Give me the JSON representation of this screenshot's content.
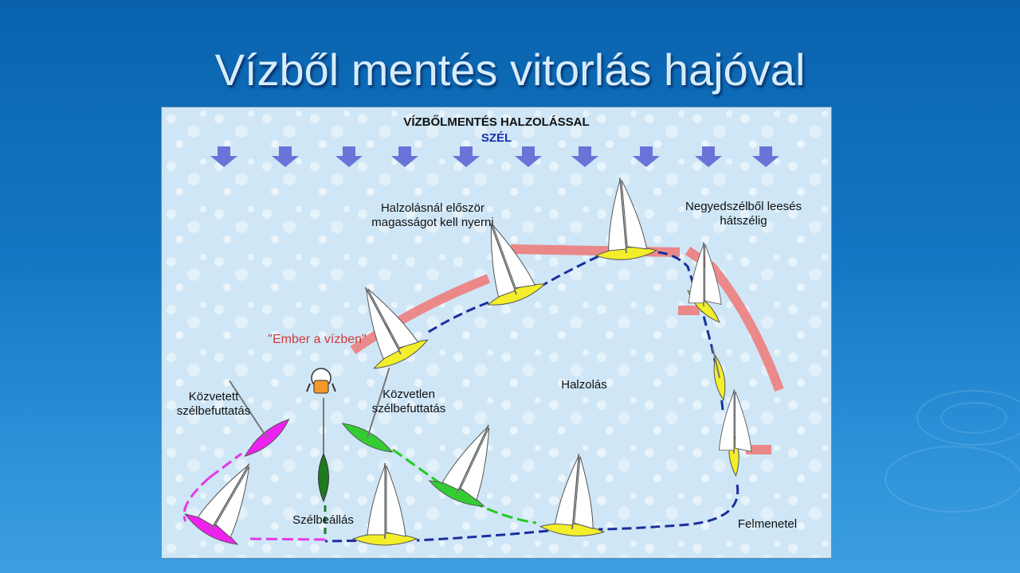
{
  "slide": {
    "title": "Vízből mentés vitorlás hajóval"
  },
  "diagram": {
    "title": "VÍZBŐLMENTÉS HALZOLÁSSAL",
    "wind_label": "SZÉL",
    "labels": {
      "halzolas_note": "Halzolásnál először\nmagasságot kell nyerni",
      "negyedszel": "Negyedszélből leesés\nhátszélig",
      "ember_a_vizben": "\"Ember a vízben\"",
      "kozvetett": "Közvetett\nszélbefuttatás",
      "kozvetlen": "Közvetlen\nszélbefuttatás",
      "halzolas": "Halzolás",
      "szelbeallas": "Szélbeállás",
      "felmenetel": "Felmenetel"
    },
    "colors": {
      "route_blue": "#1a2f9e",
      "route_green": "#22cc22",
      "route_magenta": "#e23ae6",
      "highlight_red": "#ef7777",
      "boat_yellow": "#f2ee2a",
      "boat_green": "#33cc33",
      "boat_dark_green": "#1d7a1d",
      "boat_magenta": "#ee22ee",
      "wind_arrow": "#6a74d8"
    },
    "icons": [
      "wind-arrow-icon",
      "person-in-water-icon",
      "sailboat-icon"
    ]
  }
}
